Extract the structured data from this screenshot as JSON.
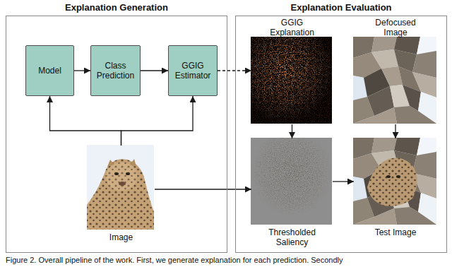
{
  "diagram": {
    "caption": "Figure 2. Overall pipeline of the work. First, we generate explanation for each prediction. Secondly",
    "nodes": [
      {
        "text": [
          "Explanation Generation"
        ]
      },
      {
        "text": [
          "Model"
        ],
        "in": 0
      },
      {
        "text": [
          "Class Prediction"
        ],
        "in": 0
      },
      {
        "text": [
          "GGIG Estimator"
        ],
        "in": 0
      },
      {
        "text": [
          "Image"
        ],
        "in": 0
      },
      {
        "text": [
          "Explanation Evaluation"
        ]
      },
      {
        "text": [
          "GGIG Explanation"
        ],
        "in": 5
      },
      {
        "text": [
          "Defocused Image"
        ],
        "in": 5
      },
      {
        "text": [
          "Thresholded Saliency"
        ],
        "in": 5
      },
      {
        "text": [
          "Test Image"
        ],
        "in": 5
      }
    ],
    "edges": [
      {
        "from": 1,
        "to": 2,
        "arrow": "to"
      },
      {
        "from": 2,
        "to": 3,
        "arrow": "to"
      },
      {
        "from": 4,
        "to": 1,
        "arrow": "to"
      },
      {
        "from": 4,
        "to": 3,
        "arrow": "to"
      },
      {
        "from": 3,
        "to": 6,
        "arrow": "to"
      },
      {
        "from": 6,
        "to": 8,
        "arrow": "to"
      },
      {
        "from": 4,
        "to": 8,
        "arrow": "to"
      },
      {
        "from": 8,
        "to": 9,
        "arrow": "to"
      },
      {
        "from": 7,
        "to": 9,
        "arrow": "to"
      }
    ]
  }
}
